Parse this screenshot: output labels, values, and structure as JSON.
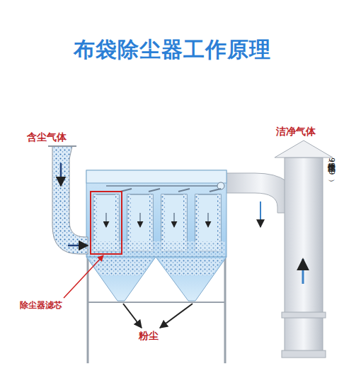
{
  "diagram": {
    "title": "布袋除尘器工作原理",
    "labels": [
      "含尘气体",
      "除尘器滤芯",
      "粉尘",
      "洁净气体",
      "干净气体（除尘达99.9）"
    ]
  }
}
